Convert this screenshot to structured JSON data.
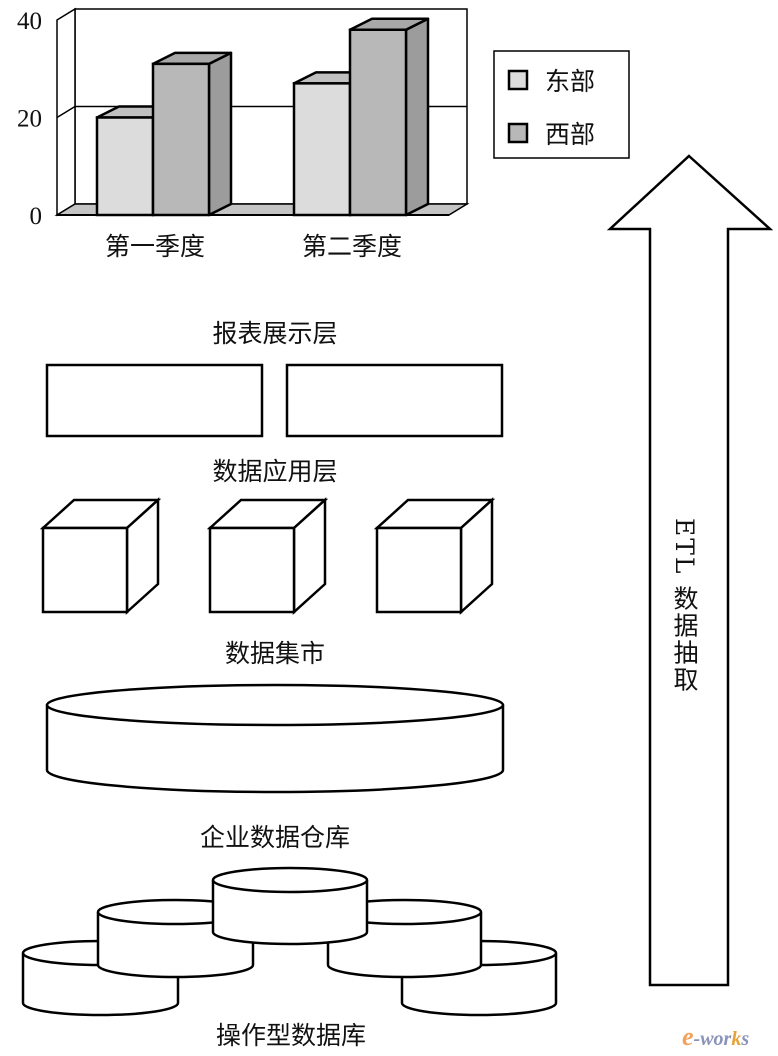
{
  "chart_data": {
    "type": "bar",
    "variant": "3d-clustered",
    "title": "",
    "xlabel": "",
    "ylabel": "",
    "categories": [
      "第一季度",
      "第二季度"
    ],
    "series": [
      {
        "name": "东部",
        "values": [
          20,
          27
        ],
        "color": "#dcdcdc"
      },
      {
        "name": "西部",
        "values": [
          31,
          38
        ],
        "color": "#b8b8b8"
      }
    ],
    "yticks": [
      "0",
      "20",
      "40"
    ],
    "ylim": [
      0,
      40
    ],
    "grid": true,
    "legend_position": "right"
  },
  "layers": {
    "report": "报表展示层",
    "application": "数据应用层",
    "datamart": "数据集市",
    "warehouse": "企业数据仓库",
    "operational": "操作型数据库"
  },
  "etl": {
    "prefix": "ETL",
    "label": "数据抽取"
  },
  "watermark": {
    "e": "e",
    "rest1": "-wor",
    "k": "k",
    "rest2": "s"
  }
}
